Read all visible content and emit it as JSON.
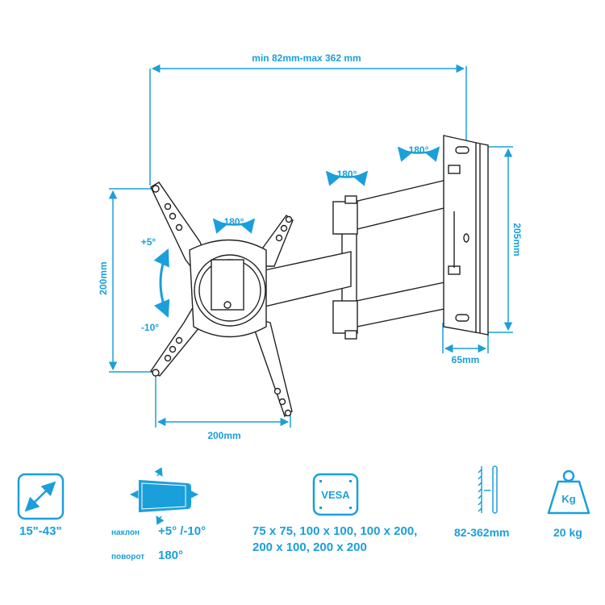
{
  "diagram": {
    "width_range_label": "min 82mm-max 362 mm",
    "plate_height_label": "200mm",
    "plate_width_label": "200mm",
    "wall_plate_height_label": "205mm",
    "wall_plate_width_label": "65mm",
    "swivel_labels": [
      "180°",
      "180°",
      "180°"
    ],
    "tilt_up_label": "+5°",
    "tilt_down_label": "-10°"
  },
  "specs": {
    "screen_size": {
      "icon": "diagonal-arrow-icon",
      "value": "15\"-43\""
    },
    "tilt": {
      "icon": "tilt-screen-icon",
      "label": "наклон",
      "value": "+5° /-10°"
    },
    "swivel": {
      "label": "поворот",
      "value": "180°"
    },
    "vesa": {
      "icon": "vesa-icon",
      "icon_text": "VESA",
      "line1": "75 x 75, 100 x 100, 100 x 200,",
      "line2": "200 x 100, 200 x 200"
    },
    "distance": {
      "icon": "wall-distance-icon",
      "value": "82-362mm"
    },
    "weight": {
      "icon": "weight-icon",
      "icon_text": "Kg",
      "value": "20 kg"
    }
  },
  "colors": {
    "accent": "#1a9fdb",
    "line": "#222222"
  }
}
